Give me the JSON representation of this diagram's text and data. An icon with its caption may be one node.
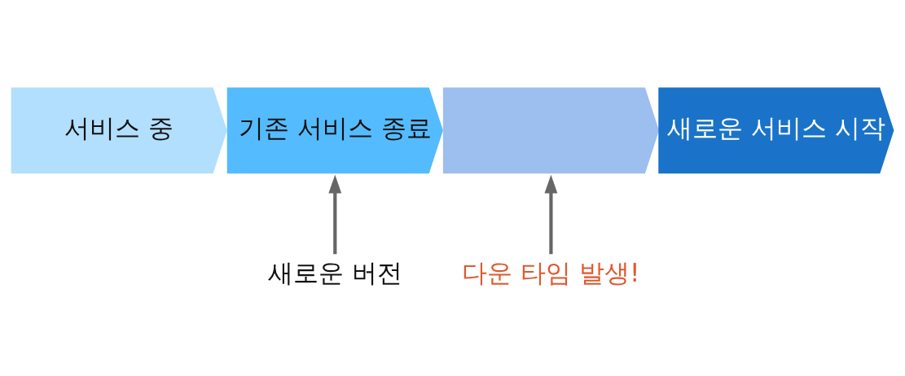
{
  "diagram": {
    "nodes": [
      {
        "text": [
          "서비스 중"
        ]
      },
      {
        "text": [
          "기존 서비스 종료"
        ]
      },
      {
        "text": [],
        "shape": "chevron"
      },
      {
        "text": [
          "새로운 서비스 시작"
        ]
      },
      {
        "text": [
          "새로운 버전"
        ]
      },
      {
        "text": [
          "다운 타임 발생!"
        ]
      }
    ],
    "edges": [
      {
        "from": 4,
        "to": 1,
        "arrow": "to"
      },
      {
        "from": 5,
        "to": 2,
        "arrow": "to"
      }
    ]
  }
}
